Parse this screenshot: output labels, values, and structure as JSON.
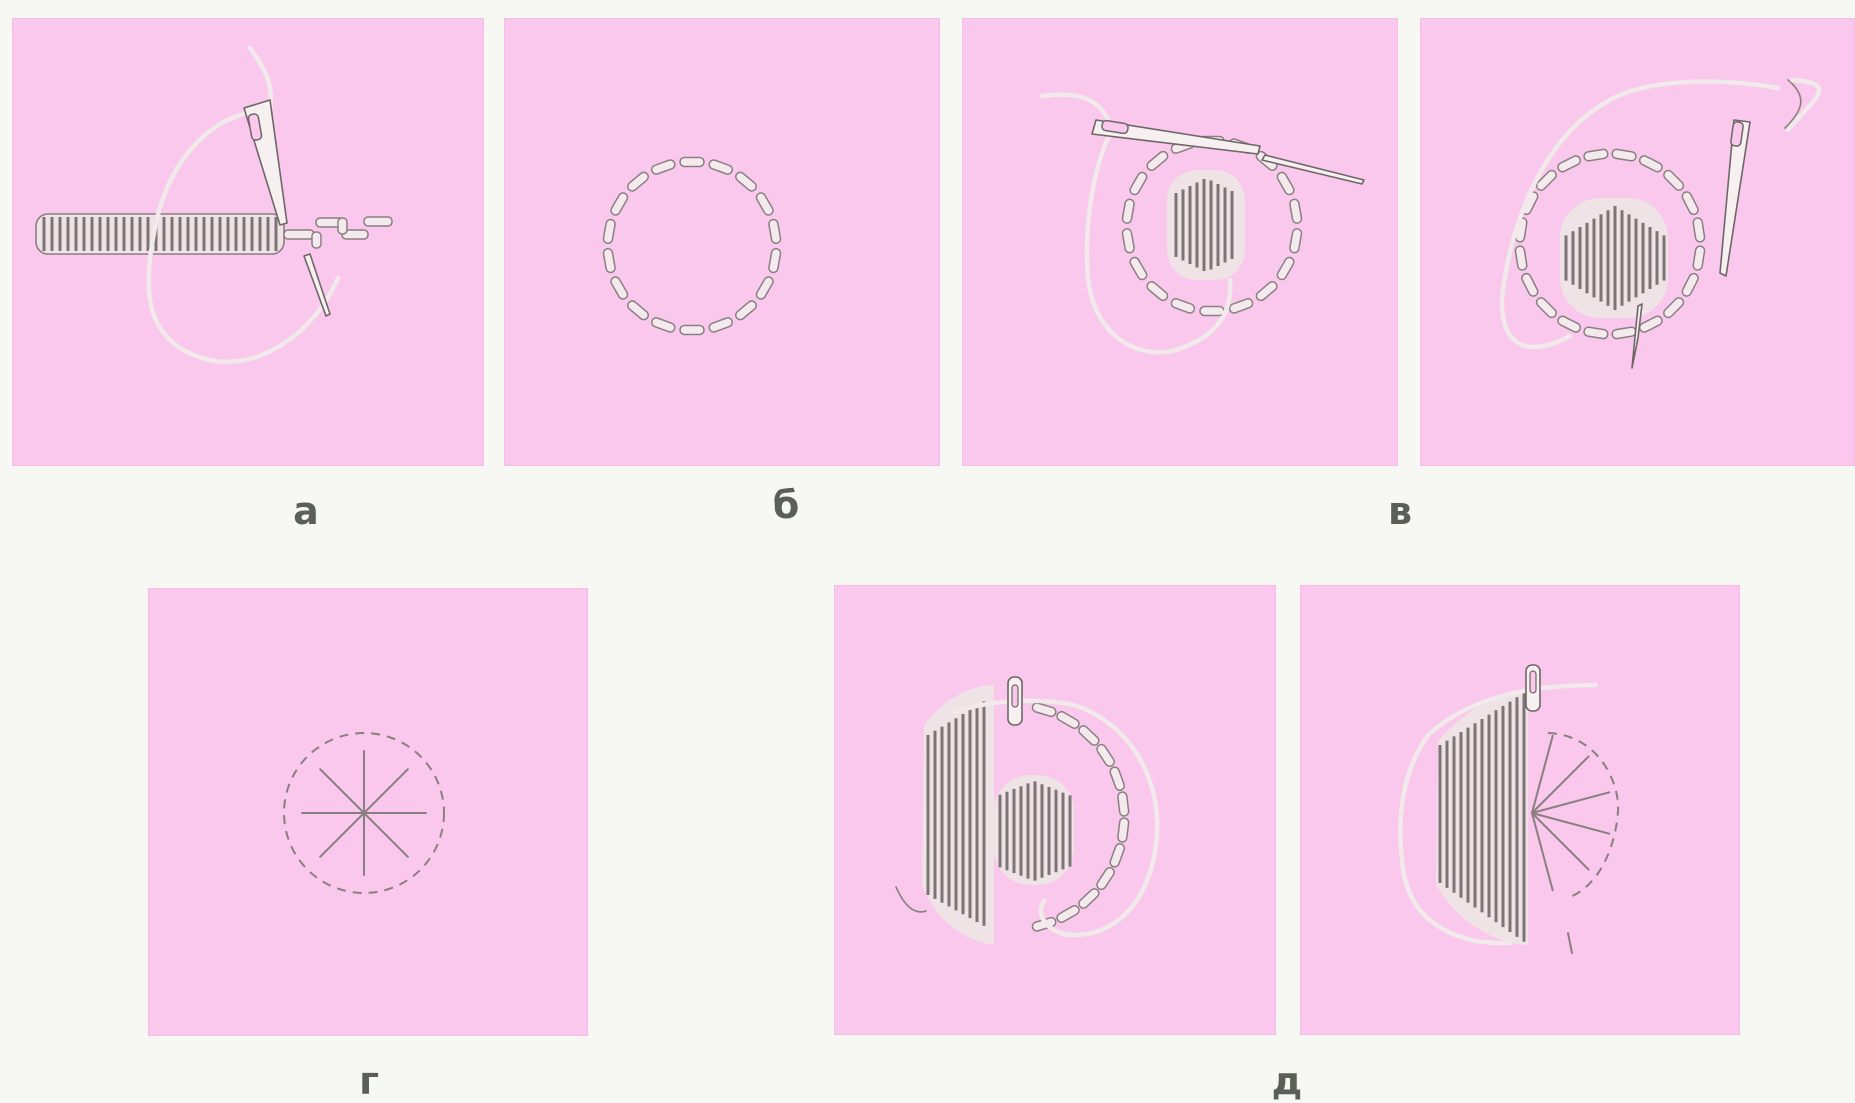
{
  "figure": {
    "captions": {
      "a": "а",
      "b": "б",
      "v": "в",
      "g": "г",
      "d": "д"
    },
    "colors": {
      "background": "#f7f7f4",
      "panel": "#f9c8ec",
      "thread": "#f2e9ea",
      "stitch_outline": "#8a7f80",
      "caption": "#5a5f57"
    }
  }
}
